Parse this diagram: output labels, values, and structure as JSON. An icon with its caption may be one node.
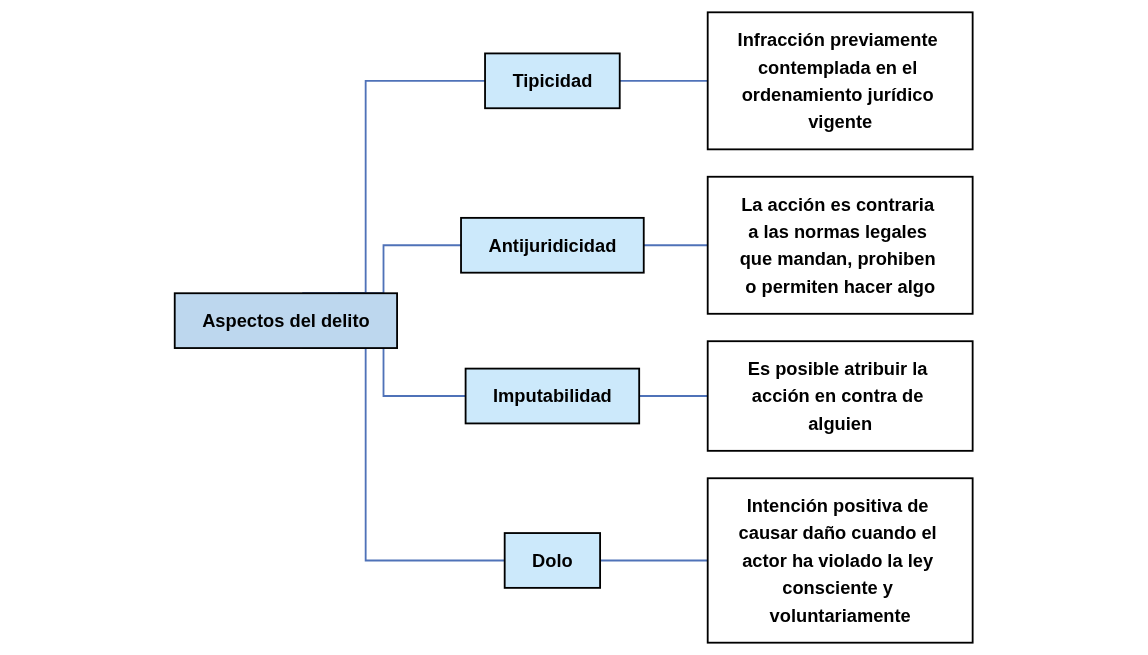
{
  "diagram": {
    "nodes": [
      {
        "text": [
          "Aspectos del delito"
        ]
      },
      {
        "text": [
          "Tipicidad"
        ]
      },
      {
        "text": [
          "Antijuridicidad"
        ]
      },
      {
        "text": [
          "Imputabilidad"
        ]
      },
      {
        "text": [
          "Dolo"
        ]
      },
      {
        "text": [
          "Infracción previamente contemplada en el ordenamiento jurídico vigente"
        ]
      },
      {
        "text": [
          "La acción es contraria a las normas legales que mandan, prohiben o permiten hacer algo"
        ]
      },
      {
        "text": [
          "Es posible atribuir la acción en contra de alguien"
        ]
      },
      {
        "text": [
          "Intención positiva de causar daño cuando el actor ha violado la ley consciente y voluntariamente"
        ]
      }
    ],
    "edges": [
      {
        "from": 0,
        "to": 1,
        "arrow": "none"
      },
      {
        "from": 0,
        "to": 2,
        "arrow": "none"
      },
      {
        "from": 0,
        "to": 3,
        "arrow": "none"
      },
      {
        "from": 0,
        "to": 4,
        "arrow": "none"
      },
      {
        "from": 1,
        "to": 5,
        "arrow": "none"
      },
      {
        "from": 2,
        "to": 6,
        "arrow": "none"
      },
      {
        "from": 3,
        "to": 7,
        "arrow": "none"
      },
      {
        "from": 4,
        "to": 8,
        "arrow": "none"
      }
    ]
  }
}
